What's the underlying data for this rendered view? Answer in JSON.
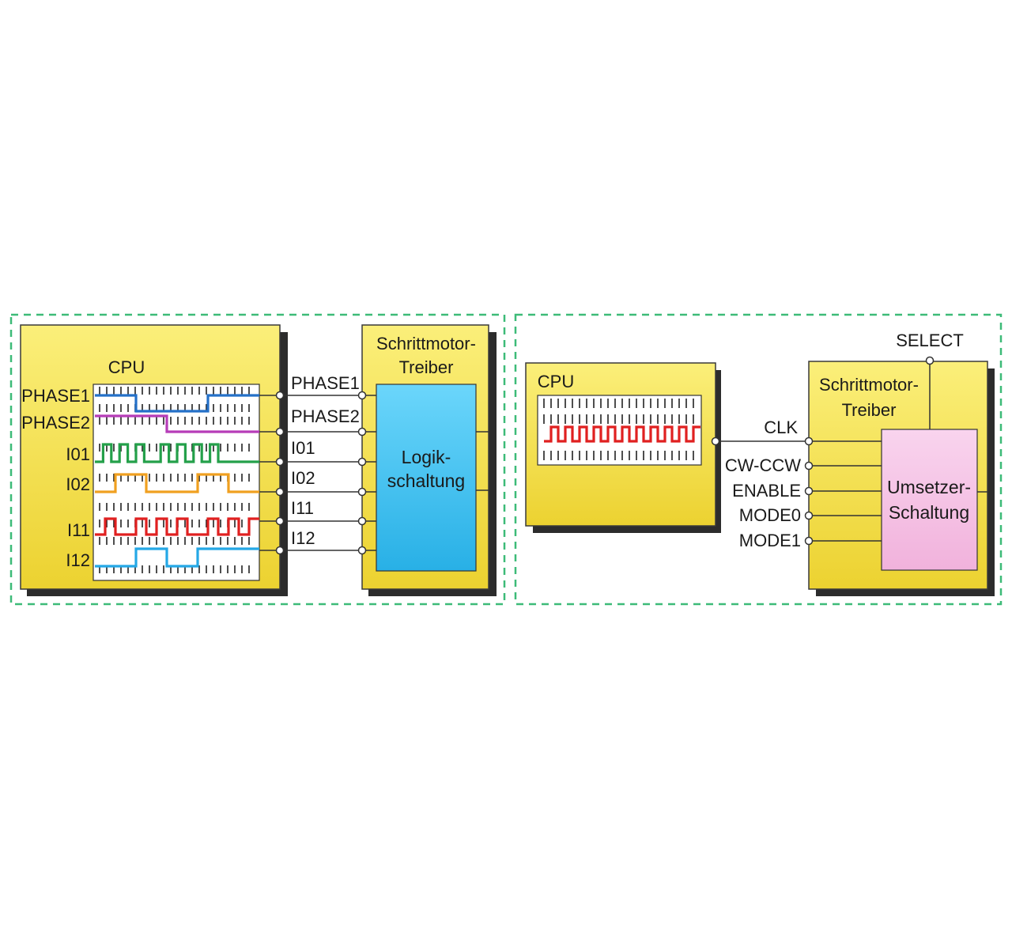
{
  "colors": {
    "block_yellow": "#f6e24a",
    "frame_dashed": "#3dbb78",
    "logic_blue": "#39c2f2",
    "converter_pink": "#f6c2e6",
    "phase1": "#2470c8",
    "phase2": "#b63cb8",
    "io1": "#24a04a",
    "io2": "#f0a020",
    "i11": "#e02020",
    "i12": "#24a8e6",
    "clk": "#e02020"
  },
  "left_panel": {
    "cpu": {
      "title": "CPU",
      "signals": [
        {
          "id": "phase1",
          "label": "PHASE1",
          "levels": [
            1,
            1,
            1,
            1,
            0,
            0,
            0,
            0,
            0,
            0,
            0,
            1,
            1,
            1,
            1,
            1
          ]
        },
        {
          "id": "phase2",
          "label": "PHASE2",
          "levels": [
            1,
            1,
            1,
            1,
            1,
            1,
            1,
            0,
            0,
            0,
            0,
            0,
            0,
            0,
            0,
            0
          ]
        },
        {
          "id": "io1",
          "label": "I01",
          "levels": [
            0,
            1,
            0,
            1,
            0,
            1,
            0,
            0,
            1,
            0,
            1,
            0,
            1,
            0,
            1,
            0,
            0,
            0,
            0,
            0
          ]
        },
        {
          "id": "io2",
          "label": "I02",
          "levels": [
            0,
            0,
            1,
            1,
            1,
            0,
            0,
            0,
            0,
            0,
            1,
            1,
            1,
            0,
            0,
            0
          ]
        },
        {
          "id": "i11",
          "label": "I11",
          "levels": [
            0,
            1,
            0,
            0,
            1,
            0,
            1,
            0,
            1,
            0,
            0,
            1,
            0,
            1,
            0,
            1
          ]
        },
        {
          "id": "i12",
          "label": "I12",
          "levels": [
            0,
            0,
            0,
            0,
            1,
            1,
            1,
            0,
            0,
            0,
            1,
            1,
            1,
            1,
            1,
            1
          ]
        }
      ]
    },
    "wires": [
      "PHASE1",
      "PHASE2",
      "I01",
      "I02",
      "I11",
      "I12"
    ],
    "driver": {
      "title_line1": "Schrittmotor-",
      "title_line2": "Treiber",
      "inner_line1": "Logik-",
      "inner_line2": "schaltung"
    }
  },
  "right_panel": {
    "cpu": {
      "title": "CPU",
      "clk_levels": [
        0,
        1,
        0,
        1,
        0,
        1,
        0,
        1,
        0,
        1,
        0,
        1,
        0,
        1,
        0,
        1,
        0,
        1,
        0,
        1,
        0,
        1
      ]
    },
    "pins": [
      "CLK",
      "CW-CCW",
      "ENABLE",
      "MODE0",
      "MODE1"
    ],
    "select_label": "SELECT",
    "driver": {
      "title_line1": "Schrittmotor-",
      "title_line2": "Treiber",
      "inner_line1": "Umsetzer-",
      "inner_line2": "Schaltung"
    }
  }
}
